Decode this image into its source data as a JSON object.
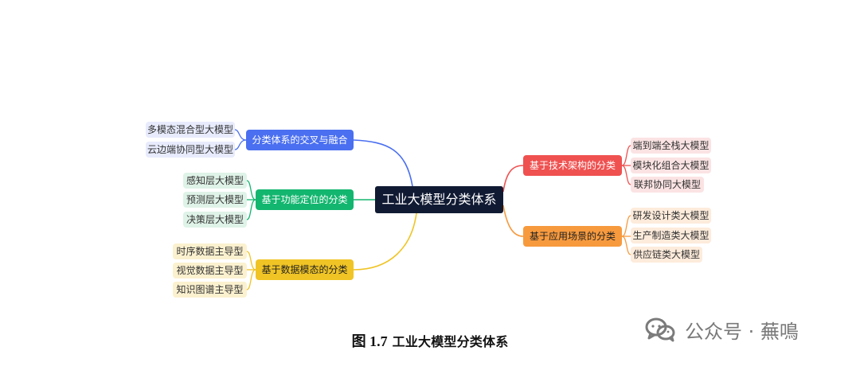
{
  "diagram": {
    "root": {
      "label": "工业大模型分类体系"
    },
    "branches": {
      "cross_fusion": {
        "label": "分类体系的交叉与融合",
        "children": [
          "多模态混合型大模型",
          "云边端协同型大模型"
        ]
      },
      "functional_positioning": {
        "label": "基于功能定位的分类",
        "children": [
          "感知层大模型",
          "预测层大模型",
          "决策层大模型"
        ]
      },
      "data_modality": {
        "label": "基于数据模态的分类",
        "children": [
          "时序数据主导型",
          "视觉数据主导型",
          "知识图谱主导型"
        ]
      },
      "technical_architecture": {
        "label": "基于技术架构的分类",
        "children": [
          "端到端全栈大模型",
          "模块化组合大模型",
          "联邦协同大模型"
        ]
      },
      "application_scenario": {
        "label": "基于应用场景的分类",
        "children": [
          "研发设计类大模型",
          "生产制造类大模型",
          "供应链类大模型"
        ]
      }
    },
    "colors": {
      "root": "#101a33",
      "blue": "#4a6ff0",
      "green": "#13b66f",
      "yellow": "#f0c425",
      "red": "#ef5150",
      "orange": "#f79a3e"
    }
  },
  "caption": {
    "figure_number": "图 1.7",
    "text": "工业大模型分类体系"
  },
  "watermark": {
    "text": "公众号 · 蕪鳴",
    "icon": "wechat-logo-icon"
  }
}
